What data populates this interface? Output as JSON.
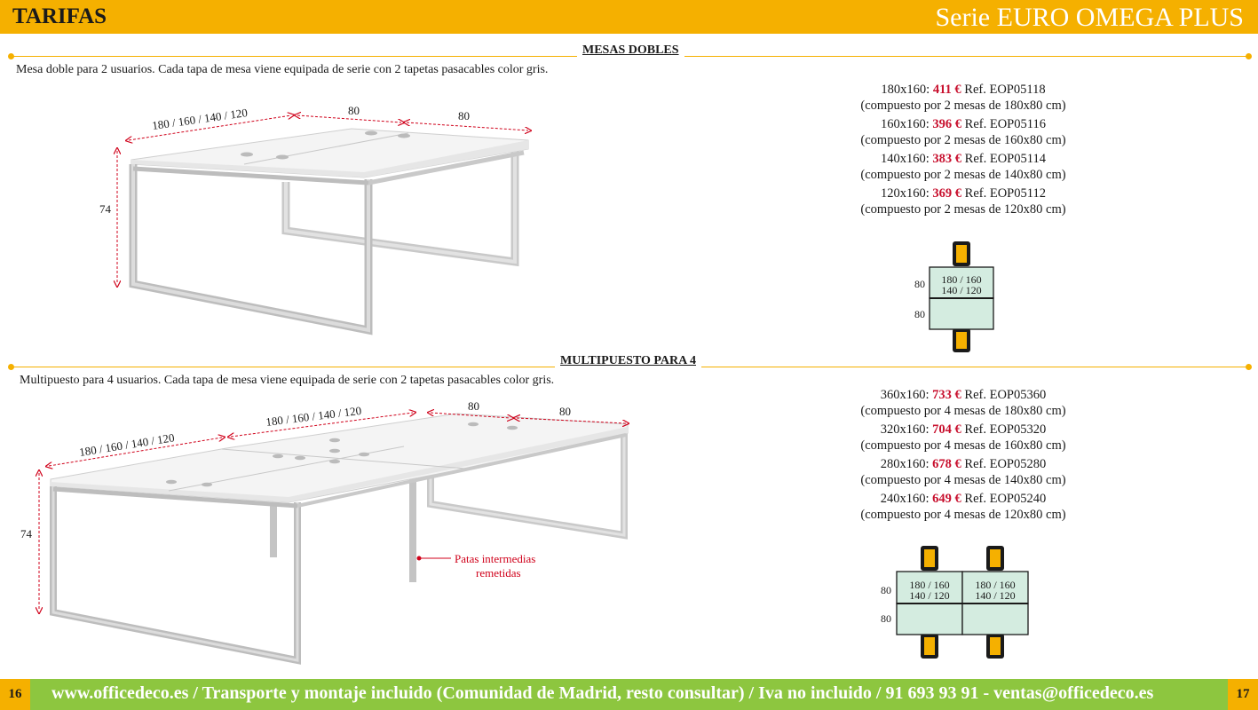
{
  "header": {
    "left_title": "TARIFAS",
    "right_title": "Serie EURO OMEGA PLUS"
  },
  "section1": {
    "title": "MESAS DOBLES",
    "description": "Mesa doble para 2 usuarios. Cada tapa de mesa viene equipada de serie con 2 tapetas pasacables color gris.",
    "dims": {
      "width": "180 / 160 / 140 / 120",
      "depth_a": "80",
      "depth_b": "80",
      "height": "74"
    },
    "prices": [
      {
        "size": "180x160:",
        "price": "411 €",
        "ref": "Ref. EOP05118",
        "detail": "(compuesto por 2 mesas de 180x80 cm)"
      },
      {
        "size": "160x160:",
        "price": "396 €",
        "ref": "Ref. EOP05116",
        "detail": "(compuesto por 2 mesas de 160x80 cm)"
      },
      {
        "size": "140x160:",
        "price": "383 €",
        "ref": "Ref. EOP05114",
        "detail": "(compuesto por 2 mesas de 140x80 cm)"
      },
      {
        "size": "120x160:",
        "price": "369 €",
        "ref": "Ref. EOP05112",
        "detail": "(compuesto por 2 mesas de 120x80 cm)"
      }
    ],
    "plan": {
      "line1": "180 / 160",
      "line2": "140 / 120",
      "dim_a": "80",
      "dim_b": "80"
    }
  },
  "section2": {
    "title": "MULTIPUESTO PARA 4",
    "description": "Multipuesto para 4 usuarios. Cada tapa de mesa viene equipada de serie con 2 tapetas pasacables color gris.",
    "dims": {
      "width_a": "180 / 160 / 140 / 120",
      "width_b": "180 / 160 / 140 / 120",
      "depth_a": "80",
      "depth_b": "80",
      "height": "74"
    },
    "callout_line1": "Patas intermedias",
    "callout_line2": "remetidas",
    "prices": [
      {
        "size": "360x160:",
        "price": "733 €",
        "ref": "Ref. EOP05360",
        "detail": "(compuesto por 4 mesas de 180x80 cm)"
      },
      {
        "size": "320x160:",
        "price": "704 €",
        "ref": "Ref. EOP05320",
        "detail": "(compuesto por 4 mesas de 160x80 cm)"
      },
      {
        "size": "280x160:",
        "price": "678 €",
        "ref": "Ref. EOP05280",
        "detail": "(compuesto por 4 mesas de 140x80 cm)"
      },
      {
        "size": "240x160:",
        "price": "649 €",
        "ref": "Ref. EOP05240",
        "detail": "(compuesto por 4 mesas de 120x80 cm)"
      }
    ],
    "plan": {
      "line1": "180 / 160",
      "line2": "140 / 120",
      "line3": "180 / 160",
      "line4": "140 / 120",
      "dim_a": "80",
      "dim_b": "80"
    }
  },
  "footer": {
    "page_left": "16",
    "page_right": "17",
    "text": "www.officedeco.es / Transporte y montaje incluido (Comunidad de Madrid, resto consultar) / Iva no incluido / 91 693 93 91 - ventas@officedeco.es"
  },
  "colors": {
    "accent": "#f5b000",
    "footer": "#8dc63f",
    "price": "#c8102e",
    "plan_fill": "#d4ece0",
    "dim_arrow": "#d0021b"
  }
}
